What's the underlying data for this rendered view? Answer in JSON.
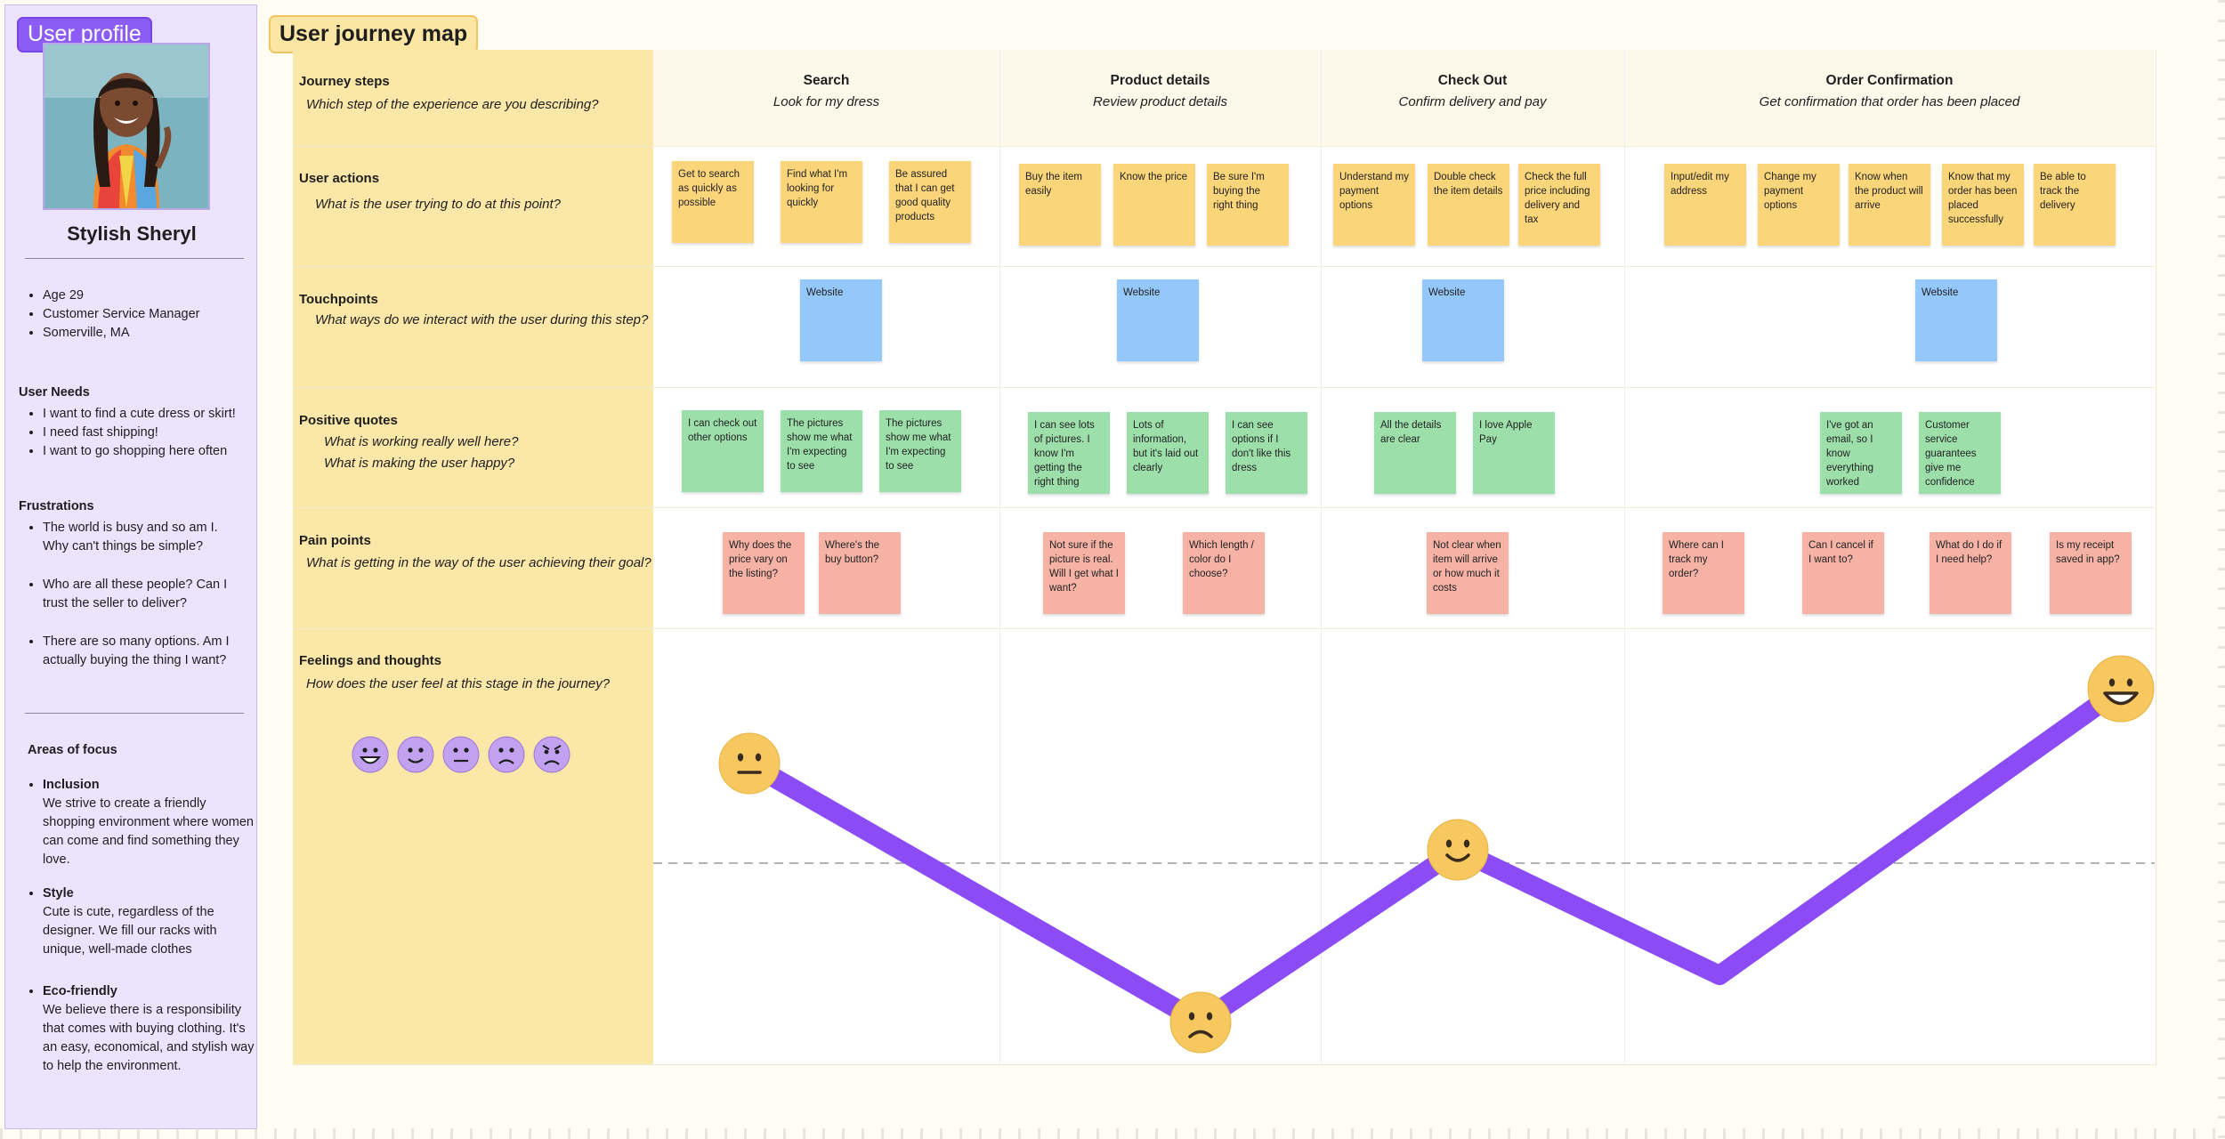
{
  "profile": {
    "tag": "User profile",
    "name": "Stylish Sheryl",
    "details": [
      "Age 29",
      "Customer Service Manager",
      "Somerville, MA"
    ],
    "needs_title": "User Needs",
    "needs": [
      "I want to find a cute dress or skirt!",
      "I need fast shipping!",
      "I want to go shopping here often"
    ],
    "frustrations_title": "Frustrations",
    "frustrations": [
      "The world is busy and so am I. Why can't things be simple?",
      "Who are all these people? Can I trust the seller to deliver?",
      "There are so many options. Am I actually buying the thing I want?"
    ],
    "focus_title": "Areas of focus",
    "focus": [
      {
        "title": "Inclusion",
        "text": "We strive to create a friendly shopping environment where women can come and find something they love."
      },
      {
        "title": "Style",
        "text": "Cute is cute, regardless of the designer. We fill our racks with unique, well-made clothes"
      },
      {
        "title": "Eco-friendly",
        "text": "We believe there is a responsibility that comes with buying clothing. It's an easy, economical, and stylish way to help the environment."
      }
    ]
  },
  "map": {
    "title": "User journey map",
    "rows": [
      {
        "title": "Journey steps",
        "question": "Which step of the experience are you describing?"
      },
      {
        "title": "User actions",
        "question": "What is the user trying to do at this point?"
      },
      {
        "title": "Touchpoints",
        "question": "What ways do we interact with the user during this step?"
      },
      {
        "title": "Positive quotes",
        "question": "What is working really well here?",
        "question2": "What is making the user happy?"
      },
      {
        "title": "Pain points",
        "question": "What is getting in the way of the user achieving their goal?"
      },
      {
        "title": "Feelings and thoughts",
        "question": "How does the user feel at this stage in the journey?"
      }
    ],
    "steps": [
      {
        "name": "Search",
        "desc": "Look for my dress"
      },
      {
        "name": "Product details",
        "desc": "Review product details"
      },
      {
        "name": "Check Out",
        "desc": "Confirm delivery and pay"
      },
      {
        "name": "Order Confirmation",
        "desc": "Get confirmation that order has been placed"
      }
    ],
    "actions": [
      "Get to search as quickly as possible",
      "Find what I'm looking for quickly",
      "Be assured that I can get good quality products",
      "Buy the item easily",
      "Know the price",
      "Be sure I'm buying the right thing",
      "Understand my payment options",
      "Double check the item details",
      "Check the full price including delivery and tax",
      "Input/edit my address",
      "Change my payment options",
      "Know when the product will arrive",
      "Know that my order has been placed successfully",
      "Be able to track the delivery"
    ],
    "touchpoints": [
      "Website",
      "Website",
      "Website",
      "Website"
    ],
    "positive": [
      "I can check out other options",
      "The pictures show me what I'm expecting to see",
      "The pictures show me what I'm expecting to see",
      "I can see lots of pictures. I know I'm getting the right thing",
      "Lots of information, but it's laid out clearly",
      "I can see options if I don't like this dress",
      "All the details are clear",
      "I love Apple Pay",
      "I've got an email, so I know everything worked",
      "Customer service guarantees give me confidence"
    ],
    "pains": [
      "Why does the price vary on the listing?",
      "Where's the buy button?",
      "Not sure if the picture is real. Will I get what I want?",
      "Which length / color do I choose?",
      "Not clear when item will arrive or how much it costs",
      "Where can I track my order?",
      "Can I cancel if I want to?",
      "What do I do if I need help?",
      "Is my receipt saved in app?"
    ],
    "emotion_scale": [
      "very-happy",
      "happy",
      "neutral",
      "sad",
      "angry"
    ],
    "emotions": [
      {
        "face": "neutral"
      },
      {
        "face": "sad"
      },
      {
        "face": "happy"
      },
      {
        "face": "none"
      },
      {
        "face": "very-happy"
      }
    ],
    "colors": {
      "line": "#8b4cf5",
      "face": "#f6c85f",
      "legend_face": "#c3a1f1",
      "sticky_yellow": "#fbd57a",
      "sticky_blue": "#94c8fb",
      "sticky_green": "#9ddfaa",
      "sticky_pink": "#f5b2a5"
    }
  }
}
